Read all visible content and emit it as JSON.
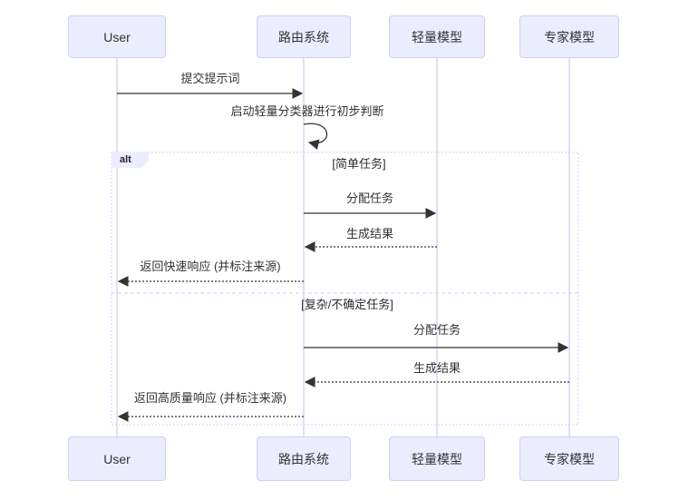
{
  "diagram_type": "sequence-diagram",
  "colors": {
    "background": "#ffffff",
    "actor_fill": "#ECECFF",
    "actor_border": "#CFCFF5",
    "lifeline": "#C5BFE9",
    "frame_border": "#CCCCFF",
    "arrow": "#333333",
    "text": "#333333"
  },
  "participants": [
    {
      "name": "User"
    },
    {
      "name": "路由系统"
    },
    {
      "name": "轻量模型"
    },
    {
      "name": "专家模型"
    }
  ],
  "messages": [
    {
      "from": "User",
      "to": "路由系统",
      "style": "solid",
      "label": "提交提示词"
    },
    {
      "from": "路由系统",
      "to": "路由系统",
      "style": "self",
      "label": "启动轻量分类器进行初步判断"
    },
    {
      "from": "路由系统",
      "to": "轻量模型",
      "style": "solid",
      "label": "分配任务"
    },
    {
      "from": "轻量模型",
      "to": "路由系统",
      "style": "dotted",
      "label": "生成结果"
    },
    {
      "from": "路由系统",
      "to": "User",
      "style": "dotted",
      "label": "返回快速响应 (并标注来源)"
    },
    {
      "from": "路由系统",
      "to": "专家模型",
      "style": "solid",
      "label": "分配任务"
    },
    {
      "from": "专家模型",
      "to": "路由系统",
      "style": "dotted",
      "label": "生成结果"
    },
    {
      "from": "路由系统",
      "to": "User",
      "style": "dotted",
      "label": "返回高质量响应 (并标注来源)"
    }
  ],
  "alt_block": {
    "keyword": "alt",
    "conditions": [
      {
        "label": "[简单任务]"
      },
      {
        "label": "[复杂/不确定任务]"
      }
    ]
  }
}
